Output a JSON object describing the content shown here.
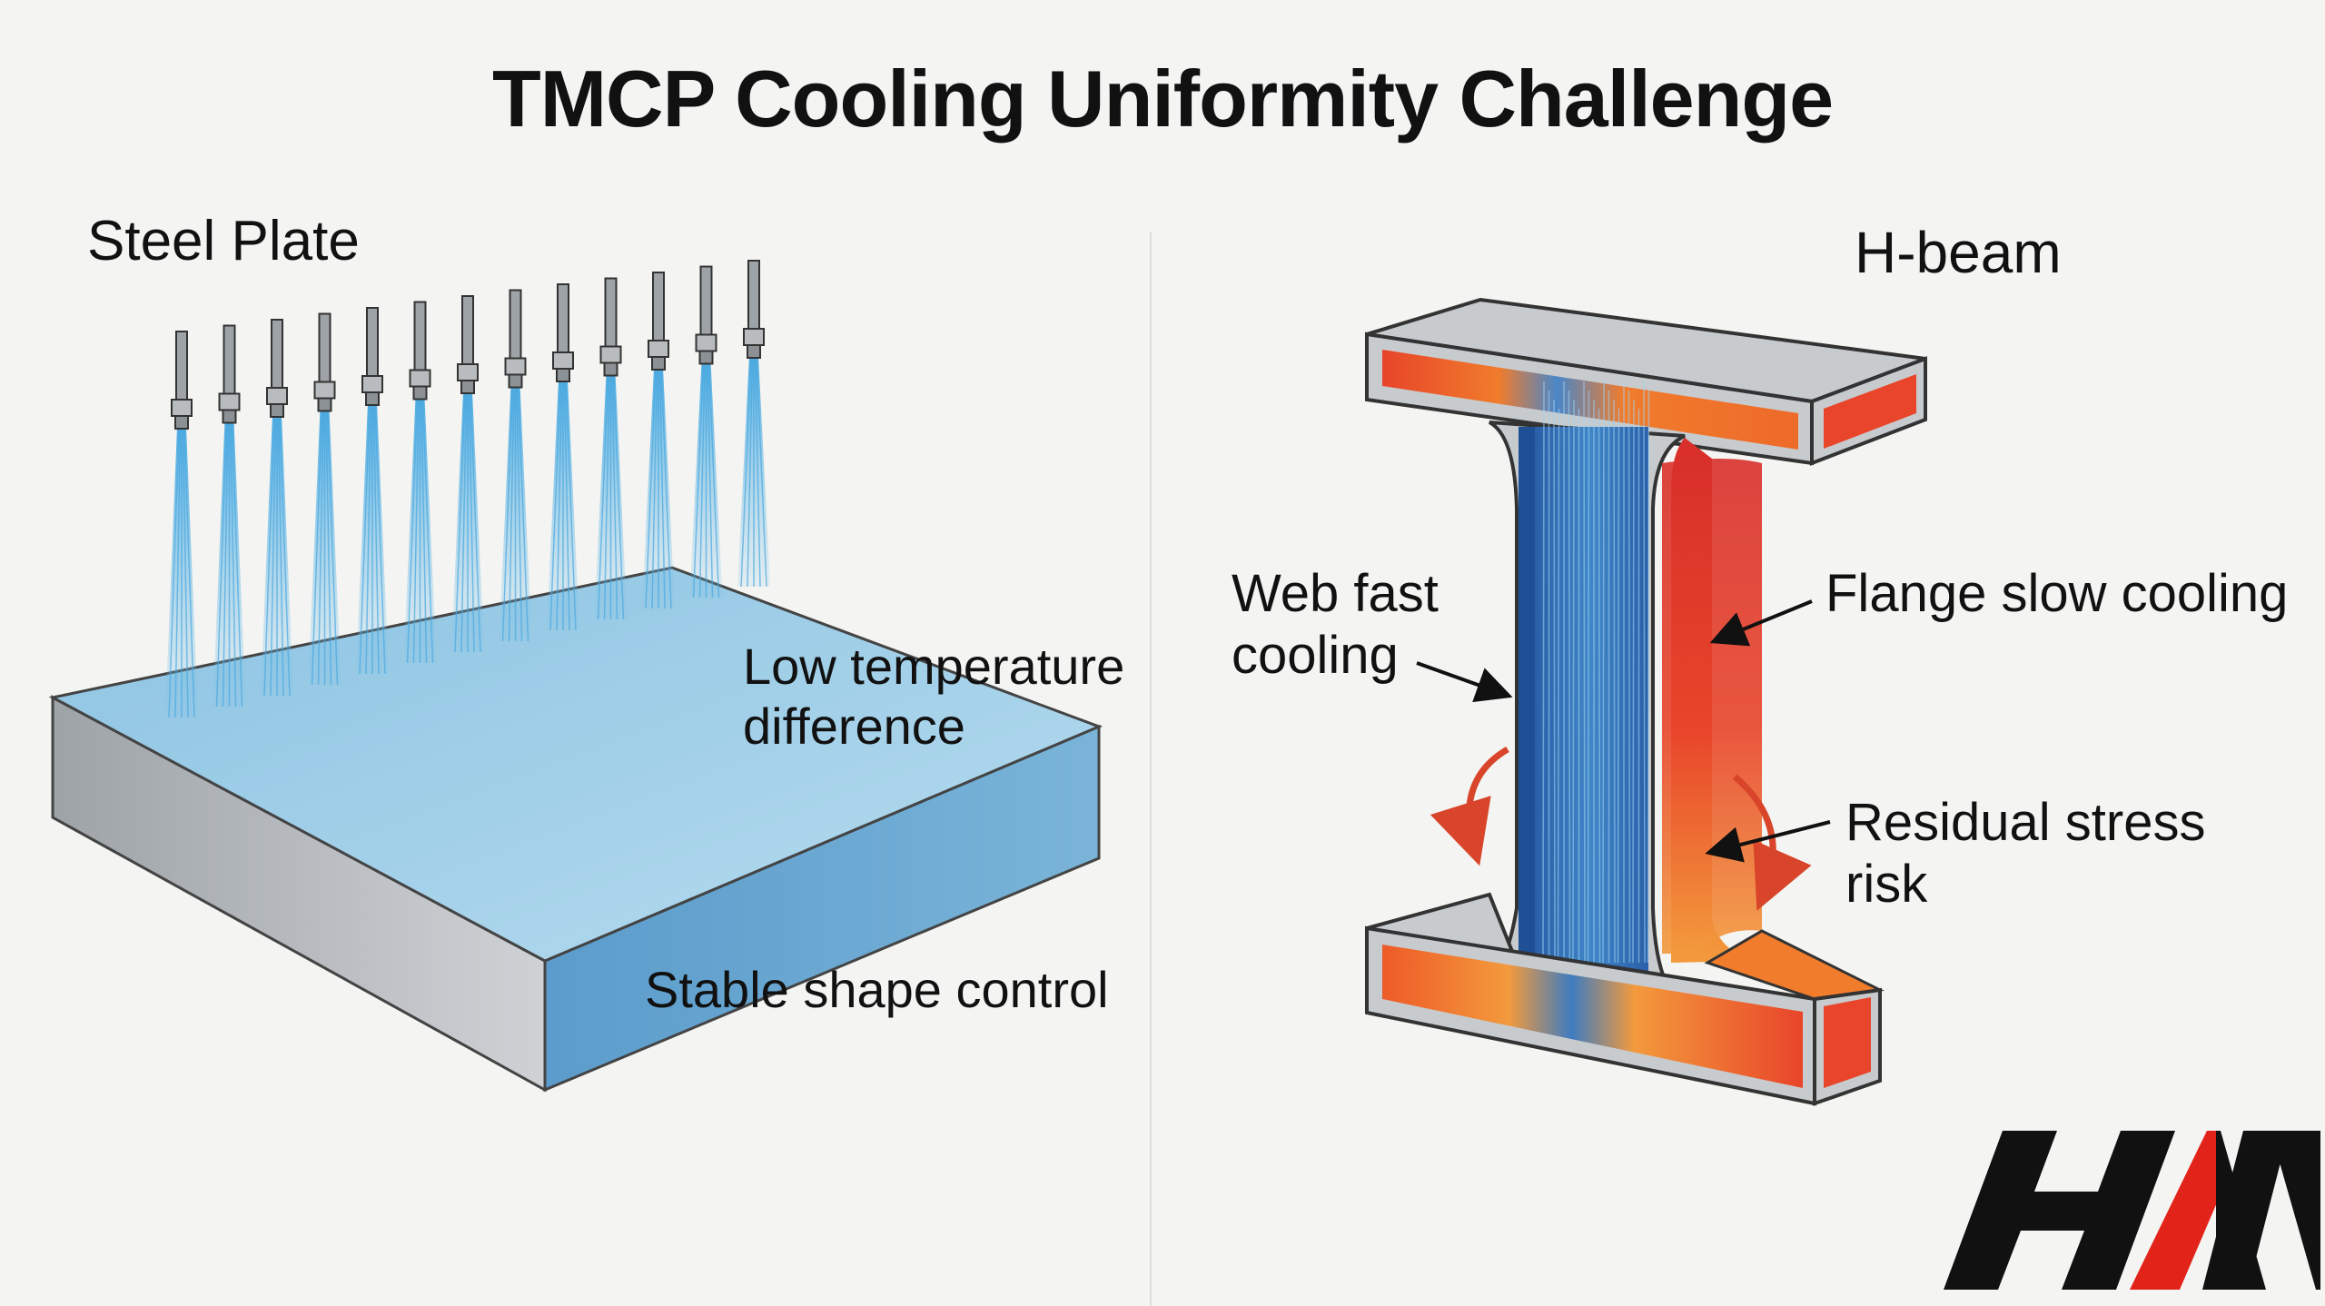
{
  "title": "TMCP Cooling Uniformity Challenge",
  "left_panel": {
    "heading": "Steel Plate",
    "annotation_temp_line1": "Low temperature",
    "annotation_temp_line2": "difference",
    "annotation_shape": "Stable shape control"
  },
  "right_panel": {
    "heading": "H-beam",
    "web_line1": "Web fast",
    "web_line2": "cooling",
    "flange": "Flange slow cooling",
    "stress_line1": "Residual stress",
    "stress_line2": "risk"
  },
  "logo": {
    "text": "HAN",
    "colors": {
      "letters": "#111111",
      "accent": "#e2231a"
    }
  },
  "colors": {
    "hot": "#e8452a",
    "warm": "#f07c2c",
    "cool": "#2f6db5",
    "water": "#7fc4e8",
    "plate_top": "#a8d4ea",
    "plate_front": "#6aa8d0",
    "steel_grey": "#b9bcbf"
  },
  "icons": [
    "nozzle-icon",
    "curved-arrow-icon",
    "pointer-arrow-icon"
  ]
}
